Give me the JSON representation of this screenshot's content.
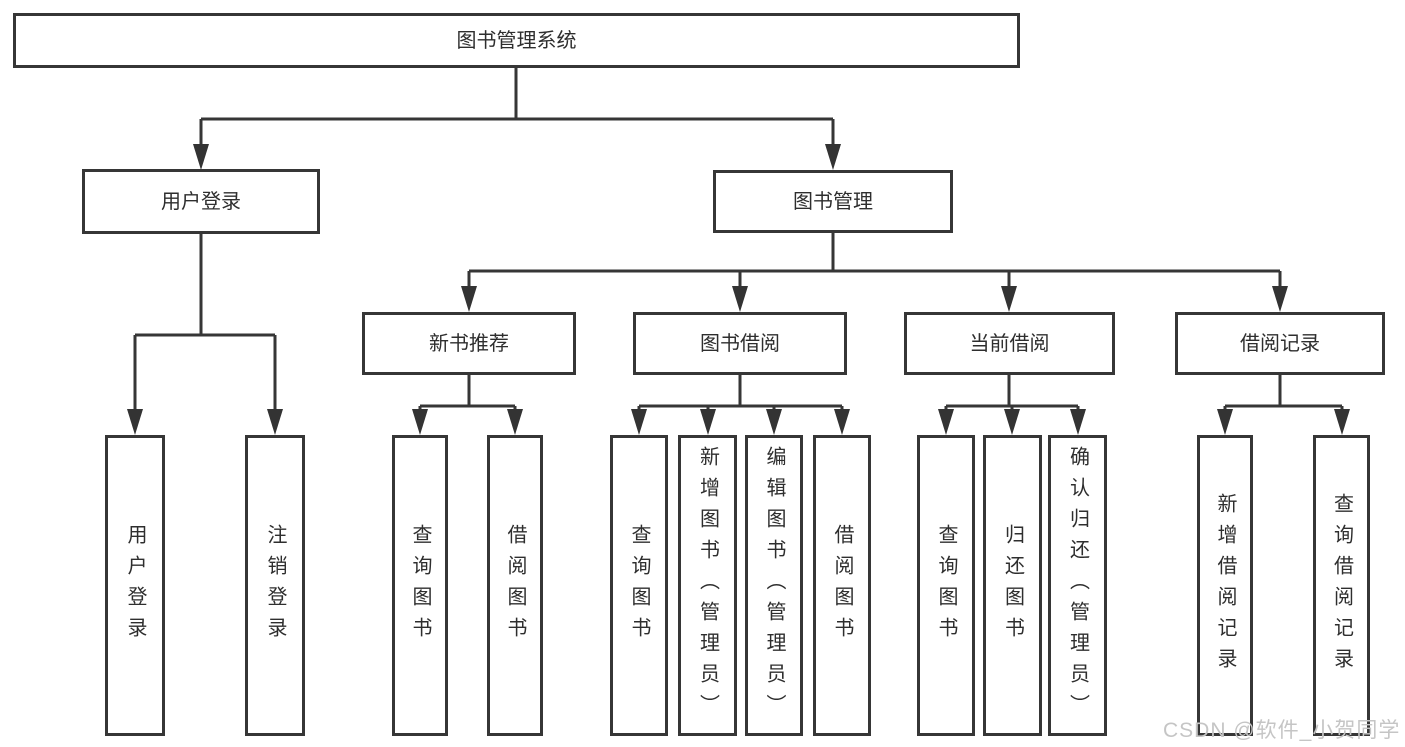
{
  "nodes": {
    "root": {
      "label": "图书管理系统"
    },
    "user_login": {
      "label": "用户登录",
      "children": [
        {
          "label": "用户登录"
        },
        {
          "label": "注销登录"
        }
      ]
    },
    "book_mgmt": {
      "label": "图书管理",
      "groups": [
        {
          "label": "新书推荐",
          "children": [
            {
              "label": "查询图书"
            },
            {
              "label": "借阅图书"
            }
          ]
        },
        {
          "label": "图书借阅",
          "children": [
            {
              "label": "查询图书"
            },
            {
              "label": "新增图书（管理员）"
            },
            {
              "label": "编辑图书（管理员）"
            },
            {
              "label": "借阅图书"
            }
          ]
        },
        {
          "label": "当前借阅",
          "children": [
            {
              "label": "查询图书"
            },
            {
              "label": "归还图书"
            },
            {
              "label": "确认归还（管理员）"
            }
          ]
        },
        {
          "label": "借阅记录",
          "children": [
            {
              "label": "新增借阅记录"
            },
            {
              "label": "查询借阅记录"
            }
          ]
        }
      ]
    }
  },
  "colors": {
    "line": "#363636",
    "text": "#2e2e2e",
    "box_background": "#ffffff",
    "watermark": "#c5c5c5"
  },
  "watermark": "CSDN @软件_小贺同学"
}
